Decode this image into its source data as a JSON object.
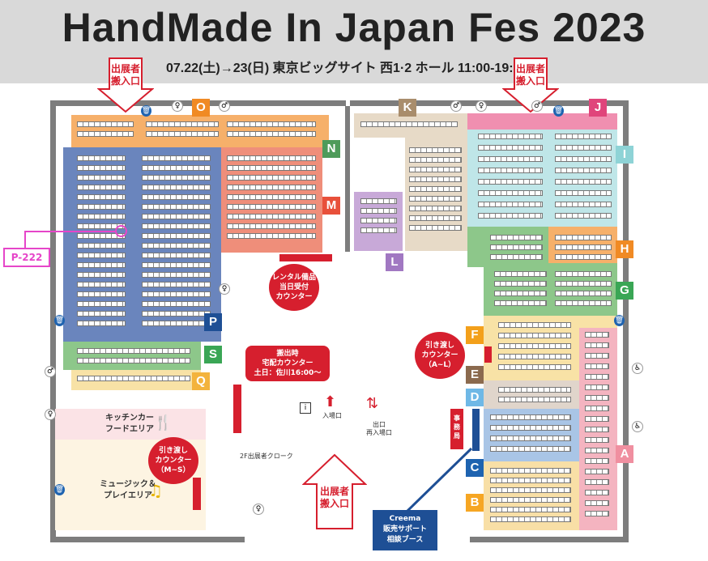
{
  "header": {
    "title": "HandMade In Japan Fes 2023",
    "subtitle": "07.22(土)→23(日) 東京ビッグサイト 西1·2 ホール 11:00-19:00"
  },
  "entrances": {
    "left": "出展者\n搬入口",
    "right": "出展者\n搬入口",
    "bottom": "出展者\n搬入口"
  },
  "zones": {
    "A": {
      "label": "A",
      "color": "#f08fa0"
    },
    "B": {
      "label": "B",
      "color": "#f6a623"
    },
    "C": {
      "label": "C",
      "color": "#1e63b0"
    },
    "D": {
      "label": "D",
      "color": "#6fb8e6"
    },
    "E": {
      "label": "E",
      "color": "#8b6a4e"
    },
    "F": {
      "label": "F",
      "color": "#f3a01b"
    },
    "G": {
      "label": "G",
      "color": "#3aa655"
    },
    "H": {
      "label": "H",
      "color": "#f08a24"
    },
    "I": {
      "label": "I",
      "color": "#8ed3d6"
    },
    "J": {
      "label": "J",
      "color": "#e0457b"
    },
    "K": {
      "label": "K",
      "color": "#a98d6c"
    },
    "L": {
      "label": "L",
      "color": "#a178c2"
    },
    "M": {
      "label": "M",
      "color": "#e8503a"
    },
    "N": {
      "label": "N",
      "color": "#4e9b5a"
    },
    "O": {
      "label": "O",
      "color": "#f08a24"
    },
    "P": {
      "label": "P",
      "color": "#1e4f95"
    },
    "Q": {
      "label": "Q",
      "color": "#f3b33d"
    },
    "S": {
      "label": "S",
      "color": "#3aa655"
    }
  },
  "marker": {
    "label": "P-222"
  },
  "labels": {
    "rental": "レンタル備品\n当日受付\nカウンター",
    "delivery": "搬出時\n宅配カウンター\n土日：佐川16:00〜",
    "handover_right": "引き渡し\nカウンター\n（A~L）",
    "handover_left": "引き渡し\nカウンター\n（M~S）",
    "office": "事\n務\n局",
    "kitchen": "キッチンカー\nフードエリア",
    "music": "ミュージック＆\nプレイエリア",
    "entry": "入場口",
    "exit": "出口\n再入場口",
    "cloak": "2F出展者クローク",
    "creema": "Creema\n販売サポート\n相談ブース"
  }
}
